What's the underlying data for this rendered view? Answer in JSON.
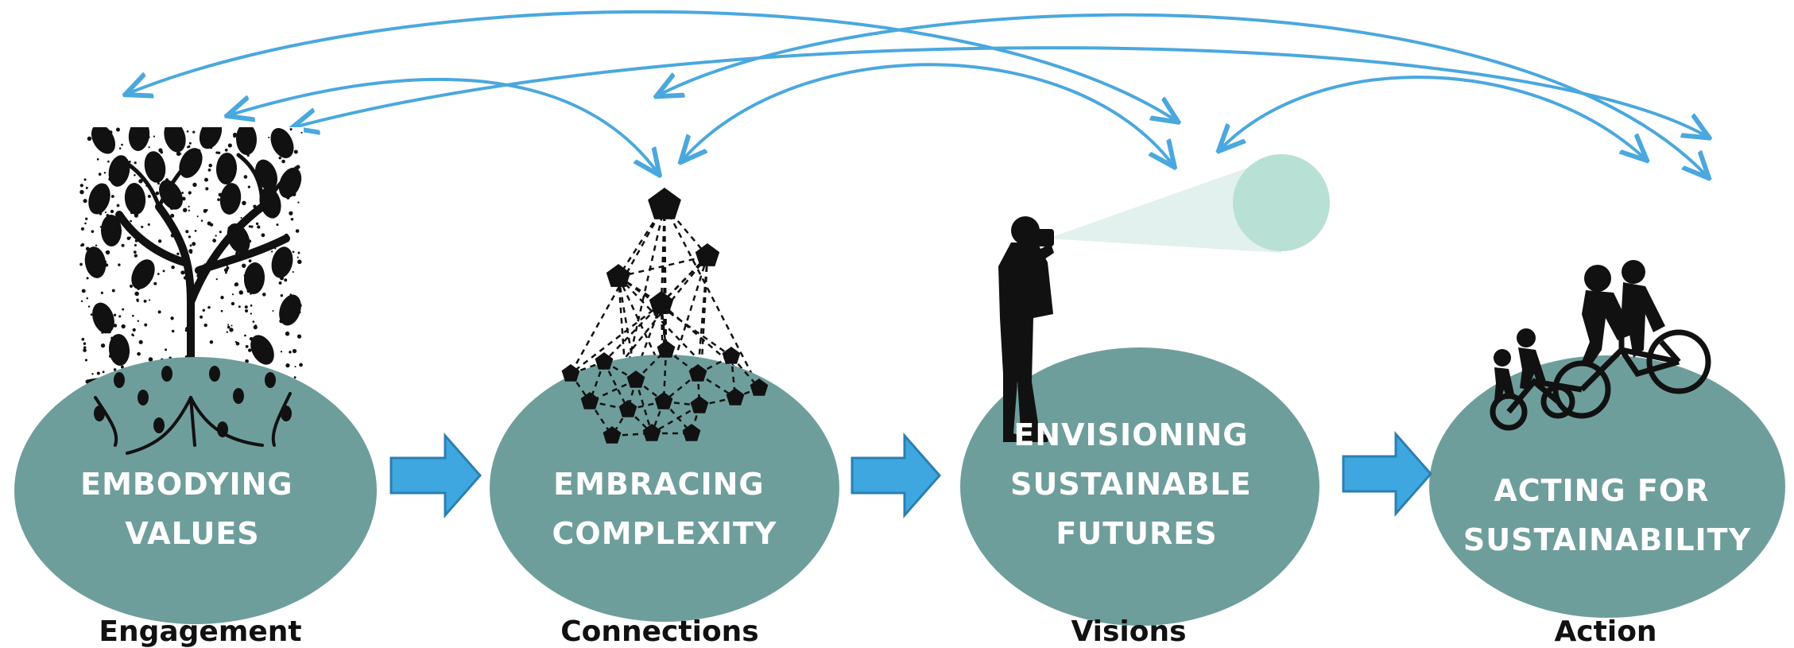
{
  "stages": [
    {
      "id": "values",
      "title_lines": [
        "EMBODYING",
        "VALUES"
      ],
      "caption": "Engagement",
      "illustration": "tree-with-roots"
    },
    {
      "id": "complexity",
      "title_lines": [
        "EMBRACING",
        "COMPLEXITY"
      ],
      "caption": "Connections",
      "illustration": "pentagon-network"
    },
    {
      "id": "futures",
      "title_lines": [
        "ENVISIONING",
        "SUSTAINABLE",
        "FUTURES"
      ],
      "caption": "Visions",
      "illustration": "person-with-binoculars"
    },
    {
      "id": "action",
      "title_lines": [
        "ACTING FOR",
        "SUSTAINABILITY"
      ],
      "caption": "Action",
      "illustration": "family-on-tandem-bikes"
    }
  ],
  "colors": {
    "bubble": "#6E9E9B",
    "arrow": "#3FA7DF",
    "connector": "#4AA8DE",
    "vision_beam": "#E2F1EE",
    "vision_circle": "#B9E0D5",
    "silhouette": "#111111"
  }
}
